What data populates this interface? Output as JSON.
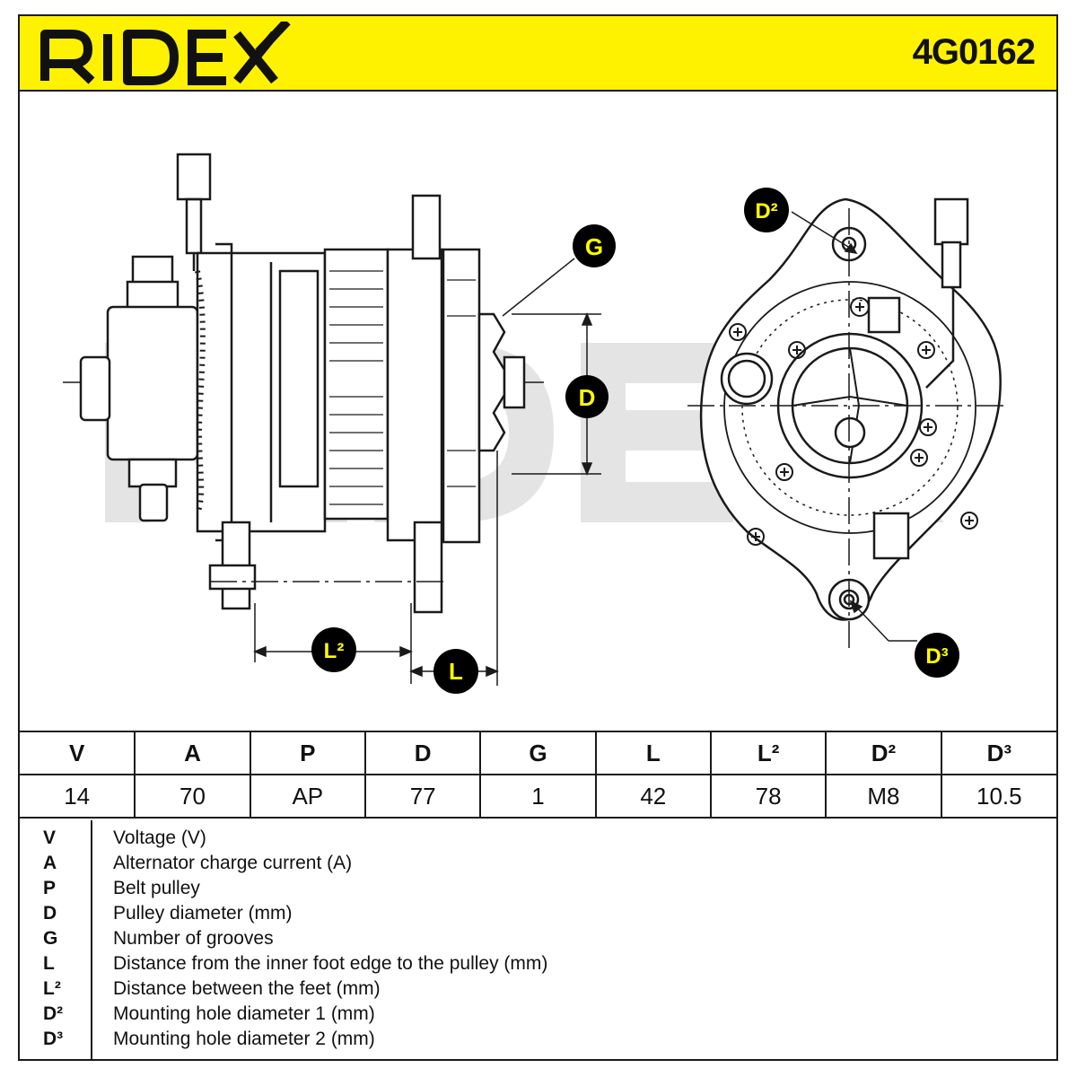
{
  "header": {
    "brand": "RIDEX",
    "part_number": "4G0162"
  },
  "drawing": {
    "watermark": "RIDEX",
    "callouts": {
      "G": "G",
      "D": "D",
      "L2": "L²",
      "L": "L",
      "D2": "D²",
      "D3": "D³"
    }
  },
  "table": {
    "headers": [
      "V",
      "A",
      "P",
      "D",
      "G",
      "L",
      "L²",
      "D²",
      "D³"
    ],
    "values": [
      "14",
      "70",
      "AP",
      "77",
      "1",
      "42",
      "78",
      "M8",
      "10.5"
    ]
  },
  "legend": [
    {
      "code": "V",
      "text": "Voltage (V)"
    },
    {
      "code": "A",
      "text": "Alternator charge current (A)"
    },
    {
      "code": "P",
      "text": "Belt pulley"
    },
    {
      "code": "D",
      "text": "Pulley diameter (mm)"
    },
    {
      "code": "G",
      "text": "Number of grooves"
    },
    {
      "code": "L",
      "text": "Distance from the inner foot edge to the pulley (mm)"
    },
    {
      "code": "L²",
      "text": "Distance between the feet (mm)"
    },
    {
      "code": "D²",
      "text": "Mounting hole diameter 1 (mm)"
    },
    {
      "code": "D³",
      "text": "Mounting hole diameter 2 (mm)"
    }
  ],
  "colors": {
    "header_background": "#fff200",
    "callout_circle": "#000000",
    "callout_text": "#ffff00",
    "line": "#1a1a1a"
  }
}
